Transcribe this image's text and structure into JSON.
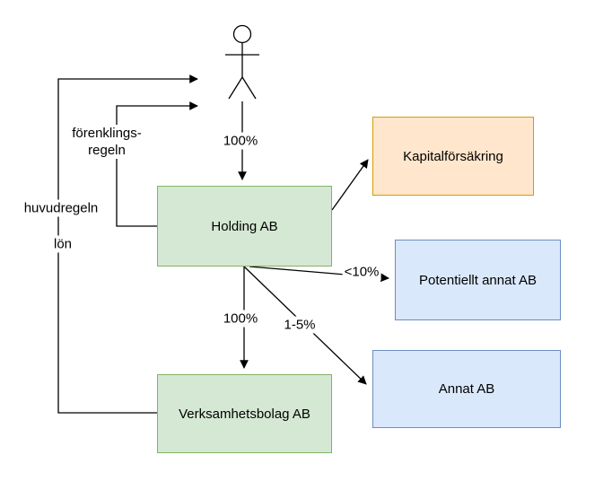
{
  "colors": {
    "green-fill": "#d5e8d4",
    "green-stroke": "#82b366",
    "orange-fill": "#ffe6cc",
    "orange-stroke": "#d79b00",
    "blue-fill": "#dae8fc",
    "blue-stroke": "#6c8ebf",
    "line": "#000000"
  },
  "nodes": {
    "holding": {
      "label": "Holding AB"
    },
    "kapitalforsakring": {
      "label": "Kapitalförsäkring"
    },
    "potentiellt_annat": {
      "label": "Potentiellt annat AB"
    },
    "annat": {
      "label": "Annat AB"
    },
    "verksamhetsbolag": {
      "label": "Verksamhetsbolag AB"
    }
  },
  "labels": {
    "ownership_person_holding": "100%",
    "ownership_holding_verksamhetsbolag": "100%",
    "ownership_potentiellt": "<10%",
    "ownership_annat": "1-5%",
    "forenklingsregeln_line1": "förenklings-",
    "forenklingsregeln_line2": "regeln",
    "huvudregeln": "huvudregeln",
    "lon": "lön"
  }
}
